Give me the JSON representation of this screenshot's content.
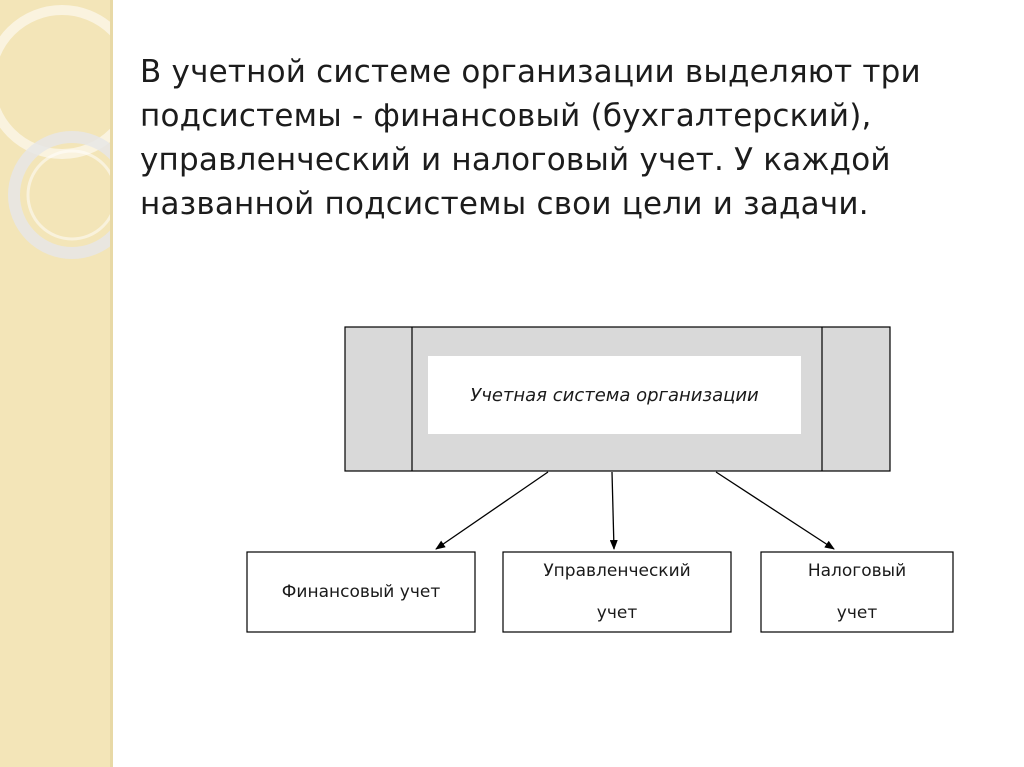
{
  "slide": {
    "paragraph": "В учетной системе организации  выделяют три подсистемы -  финансовый (бухгалтерский), управленческий  и налоговый учет. У каждой названной подсистемы свои цели и задачи."
  },
  "diagram": {
    "main_box_label": "Учетная система организации",
    "subsystems": [
      {
        "line1": "Финансовый учет",
        "line2": ""
      },
      {
        "line1": "Управленческий",
        "line2": "учет"
      },
      {
        "line1": "Налоговый",
        "line2": "учет"
      }
    ]
  },
  "colors": {
    "sidebar": "#f3e5b8",
    "outer_box_fill": "#d9d9d9",
    "stroke": "#000000"
  }
}
